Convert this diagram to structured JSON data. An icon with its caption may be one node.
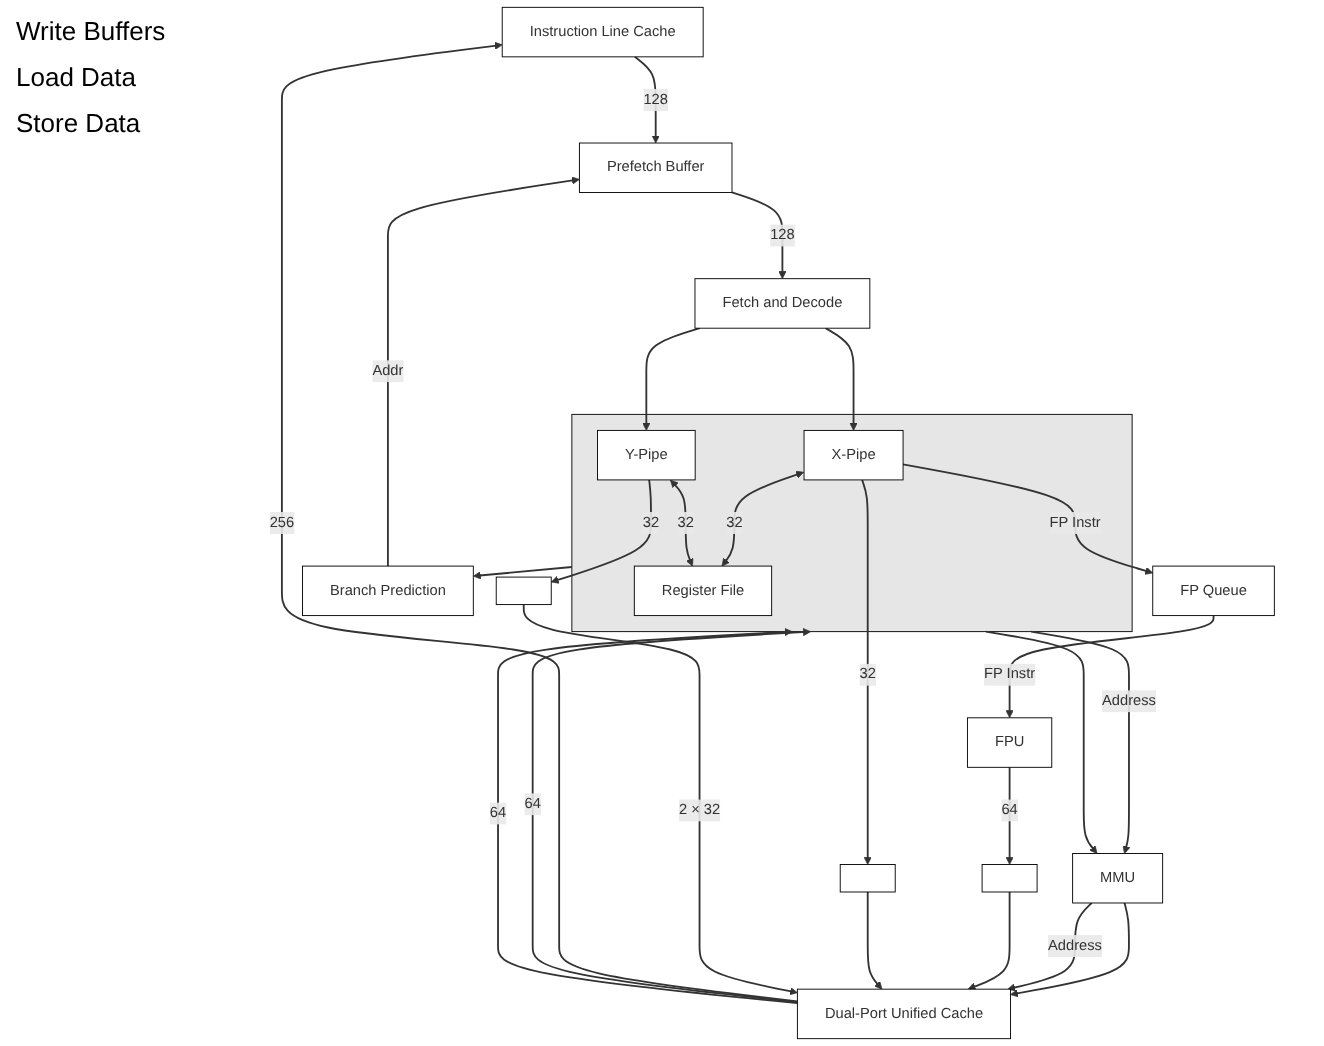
{
  "diagram": {
    "nodes": [
      {
        "text": [
          "Instruction Line Cache"
        ]
      },
      {
        "text": [
          "Dual-Port Unified Cache"
        ]
      },
      {
        "text": [
          "Branch Prediction"
        ]
      },
      {
        "text": [
          "Prefetch Buffer"
        ]
      },
      {
        "text": [
          "Fetch and Decode"
        ]
      },
      {
        "text": [
          "FP Queue"
        ]
      },
      {
        "text": [
          "MMU"
        ]
      },
      {
        "text": [],
        "shape": "box"
      },
      {
        "text": [
          "X-Pipe"
        ],
        "in": 7
      },
      {
        "text": [
          "Y-Pipe"
        ],
        "in": 7
      },
      {
        "text": [
          "Register File"
        ],
        "in": 7
      },
      {
        "text": [
          "FPU"
        ]
      },
      {
        "text": [],
        "shape": "box"
      },
      {
        "text": [],
        "shape": "box"
      },
      {
        "text": [],
        "shape": "box"
      }
    ],
    "edges": [
      {
        "from": 1,
        "to": 0,
        "arrow": "to",
        "label": "256"
      },
      {
        "from": 0,
        "to": 3,
        "arrow": "to",
        "label": "128"
      },
      {
        "from": 2,
        "to": 3,
        "arrow": "to",
        "label": "Addr"
      },
      {
        "from": 3,
        "to": 4,
        "arrow": "to",
        "label": "128"
      },
      {
        "from": 4,
        "to": 8,
        "arrow": "to"
      },
      {
        "from": 4,
        "to": 9,
        "arrow": "to"
      },
      {
        "from": 7,
        "to": 2,
        "arrow": "to"
      },
      {
        "from": 8,
        "to": 5,
        "arrow": "to",
        "label": "FP Instr"
      },
      {
        "from": 5,
        "to": 11,
        "arrow": "to",
        "label": "FP Instr"
      },
      {
        "from": 11,
        "to": 12,
        "arrow": "to",
        "label": "64"
      },
      {
        "from": 8,
        "to": 10,
        "arrow": "both",
        "label": "32"
      },
      {
        "from": 9,
        "to": 10,
        "arrow": "both",
        "label": "32"
      },
      {
        "from": 8,
        "to": 13,
        "arrow": "to",
        "label": "32"
      },
      {
        "from": 9,
        "to": 14,
        "arrow": "to",
        "label": "32"
      },
      {
        "from": 7,
        "to": 6,
        "arrow": "to",
        "label": "Address"
      },
      {
        "from": 7,
        "to": 6,
        "arrow": "to"
      },
      {
        "from": 6,
        "to": 1,
        "arrow": "to"
      },
      {
        "from": 6,
        "to": 1,
        "arrow": "to",
        "label": "Address"
      },
      {
        "from": 1,
        "to": 7,
        "arrow": "to",
        "label": "64"
      },
      {
        "from": 1,
        "to": 7,
        "arrow": "to",
        "label": "64"
      },
      {
        "from": 12,
        "to": 1,
        "arrow": "to"
      },
      {
        "from": 13,
        "to": 1,
        "arrow": "to"
      },
      {
        "from": 14,
        "to": 1,
        "arrow": "to",
        "label": "2 × 32"
      }
    ],
    "labels": [
      "Write Buffers",
      "Load Data",
      "Store Data"
    ]
  }
}
